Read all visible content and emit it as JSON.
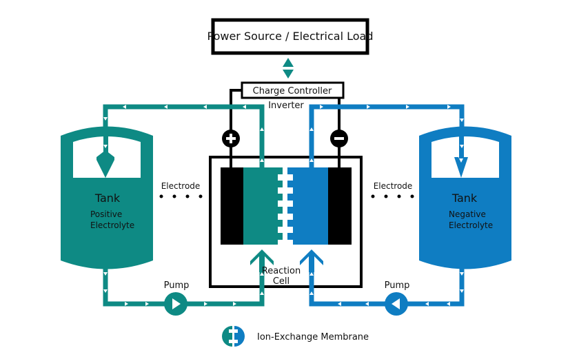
{
  "colors": {
    "positive": "#0e8a84",
    "negative": "#0f7dc2",
    "wire": "#000000",
    "background": "#ffffff"
  },
  "labels": {
    "power": "Power Source / Electrical Load",
    "controller": "Charge Controller",
    "inverter": "Inverter",
    "electrode_left": "Electrode",
    "electrode_right": "Electrode",
    "tank_left_title": "Tank",
    "tank_left_line1": "Positive",
    "tank_left_line2": "Electrolyte",
    "tank_right_title": "Tank",
    "tank_right_line1": "Negative",
    "tank_right_line2": "Electrolyte",
    "reaction_line1": "Reaction",
    "reaction_line2": "Cell",
    "pump_left": "Pump",
    "pump_right": "Pump",
    "legend": "Ion-Exchange Membrane",
    "plus": "+",
    "minus": "−"
  },
  "icons": {
    "terminal_positive": "plus-circle-icon",
    "terminal_negative": "minus-circle-icon",
    "pump": "pump-icon",
    "membrane": "ion-exchange-membrane-icon",
    "flow": "double-arrow-icon"
  }
}
